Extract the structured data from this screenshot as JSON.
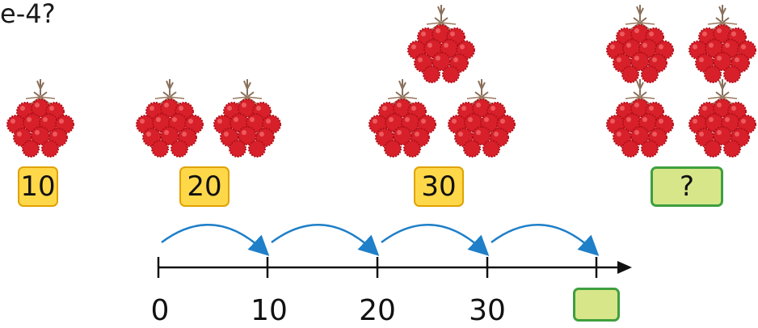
{
  "question_fragment": "e-4?",
  "groups": [
    {
      "label": "10"
    },
    {
      "label": "20"
    },
    {
      "label": "30"
    },
    {
      "label": "?"
    }
  ],
  "number_line": {
    "ticks": [
      "0",
      "10",
      "20",
      "30"
    ],
    "answer_box": ""
  },
  "colors": {
    "fruit": "#d8202a",
    "label_yellow": "#ffd84a",
    "label_green": "#d8e68a",
    "arrow": "#1f7fc8"
  },
  "icons": {
    "fruit": "rambutan-icon"
  }
}
